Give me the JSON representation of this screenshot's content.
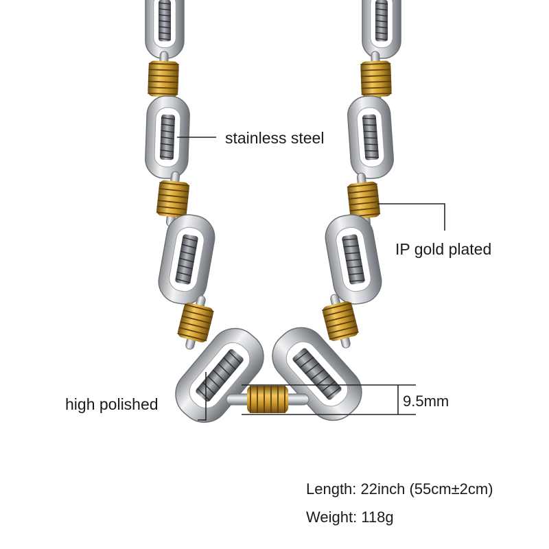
{
  "labels": {
    "stainless_steel": "stainless steel",
    "ip_gold_plated": "IP gold plated",
    "high_polished": "high polished",
    "width": "9.5mm"
  },
  "specs": {
    "length": "Length: 22inch (55cm±2cm)",
    "weight": "Weight: 118g"
  },
  "colors": {
    "steel": "#d8dadc",
    "steel_dark": "#5c5f63",
    "gold": "#c9972b",
    "gold_dark": "#7a5614",
    "line": "#222222"
  }
}
